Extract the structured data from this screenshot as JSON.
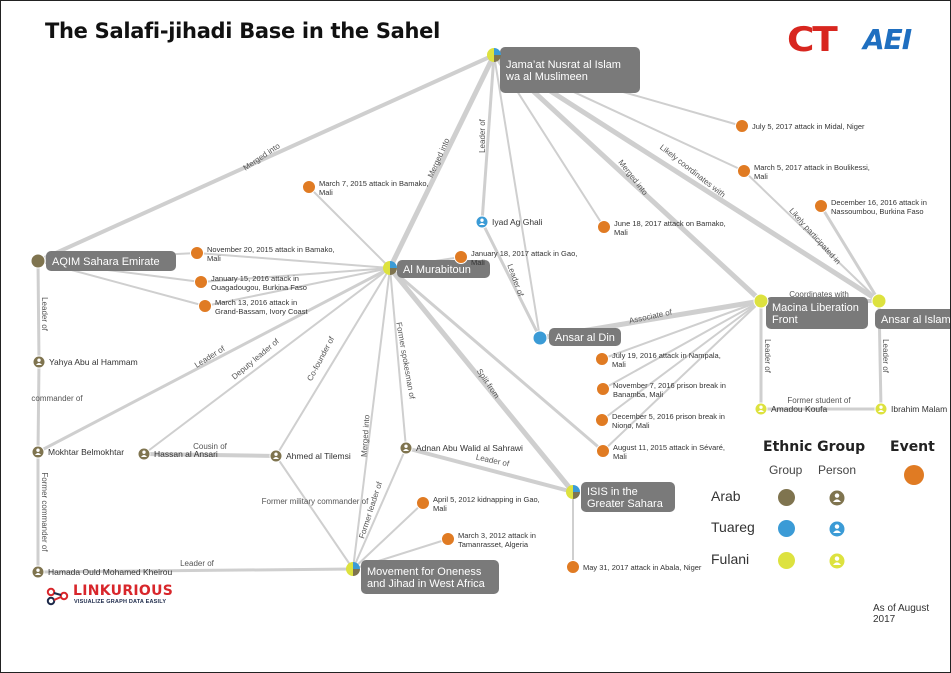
{
  "title": "The Salafi-jihadi Base in the Sahel",
  "logos": {
    "ct": "CT",
    "aei": "AEI",
    "linkurious_name": "LINKURIOUS",
    "linkurious_tagline": "VISUALIZE GRAPH DATA EASILY"
  },
  "as_of": "As of August 2017",
  "colors": {
    "arab": "#7f744f",
    "tuareg": "#3b9bd6",
    "fulani": "#dde23f",
    "event": "#e07b23",
    "edge": "#cfcfcf",
    "group_label_bg": "#7a7a7a"
  },
  "legend": {
    "ethnic_title": "Ethnic Group",
    "event_title": "Event",
    "group_col": "Group",
    "person_col": "Person",
    "rows": [
      "Arab",
      "Tuareg",
      "Fulani"
    ]
  },
  "groups": [
    {
      "id": "jnim",
      "label": "Jama'at Nusrat al Islam wa al Muslimeen",
      "lines": [
        "Jama’at Nusrat al Islam",
        "wa al Muslimeen"
      ],
      "ethnicity": "mixed"
    },
    {
      "id": "aqim",
      "label": "AQIM Sahara Emirate",
      "lines": [
        "AQIM Sahara Emirate"
      ],
      "ethnicity": "arab"
    },
    {
      "id": "murabitoun",
      "label": "Al Murabitoun",
      "lines": [
        "Al Murabitoun"
      ],
      "ethnicity": "mixed"
    },
    {
      "id": "ansardin",
      "label": "Ansar al Din",
      "lines": [
        "Ansar al Din"
      ],
      "ethnicity": "tuareg"
    },
    {
      "id": "macina",
      "label": "Macina Liberation Front",
      "lines": [
        "Macina Liberation",
        "Front"
      ],
      "ethnicity": "fulani"
    },
    {
      "id": "ansarislam",
      "label": "Ansar al Islam",
      "lines": [
        "Ansar al Islam"
      ],
      "ethnicity": "fulani"
    },
    {
      "id": "isgs",
      "label": "ISIS in the Greater Sahara",
      "lines": [
        "ISIS in the",
        "Greater Sahara"
      ],
      "ethnicity": "mixed"
    },
    {
      "id": "mujao",
      "label": "Movement for Oneness and Jihad in West Africa",
      "lines": [
        "Movement for Oneness",
        "and Jihad in West Africa"
      ],
      "ethnicity": "mixed"
    }
  ],
  "persons": [
    {
      "id": "iyad",
      "label": "Iyad Ag Ghali",
      "ethnicity": "tuareg"
    },
    {
      "id": "yahya",
      "label": "Yahya Abu al Hammam",
      "ethnicity": "arab"
    },
    {
      "id": "mokhtar",
      "label": "Mokhtar Belmokhtar",
      "ethnicity": "arab"
    },
    {
      "id": "hassan",
      "label": "Hassan al Ansari",
      "ethnicity": "arab"
    },
    {
      "id": "ahmed",
      "label": "Ahmed al Tilemsi",
      "ethnicity": "arab"
    },
    {
      "id": "adnan",
      "label": "Adnan Abu Walid al Sahrawi",
      "ethnicity": "arab"
    },
    {
      "id": "hamada",
      "label": "Hamada Ould Mohamed Kheirou",
      "ethnicity": "arab"
    },
    {
      "id": "amadou",
      "label": "Amadou Koufa",
      "ethnicity": "fulani"
    },
    {
      "id": "ibrahim",
      "label": "Ibrahim Malam",
      "ethnicity": "fulani"
    }
  ],
  "events": [
    {
      "id": "e1",
      "lines": [
        "July 5, 2017 attack in Midal, Niger"
      ]
    },
    {
      "id": "e2",
      "lines": [
        "March 5, 2017 attack in Boulikessi,",
        "Mali"
      ]
    },
    {
      "id": "e3",
      "lines": [
        "December 16, 2016 attack in",
        "Nassoumbou, Burkina Faso"
      ]
    },
    {
      "id": "e4",
      "lines": [
        "March 7, 2015 attack in Bamako,",
        "Mali"
      ]
    },
    {
      "id": "e5",
      "lines": [
        "June 18, 2017 attack on Bamako,",
        "Mali"
      ]
    },
    {
      "id": "e6",
      "lines": [
        "November 20, 2015 attack in Bamako,",
        "Mali"
      ]
    },
    {
      "id": "e7",
      "lines": [
        "January 15, 2016 attack in",
        "Ouagadougou, Burkina Faso"
      ]
    },
    {
      "id": "e8",
      "lines": [
        "March 13, 2016 attack in",
        "Grand-Bassam, Ivory Coast"
      ]
    },
    {
      "id": "e9",
      "lines": [
        "January 18, 2017 attack in Gao,",
        "Mali"
      ]
    },
    {
      "id": "e10",
      "lines": [
        "July 19, 2016 attack in Nampala,",
        "Mali"
      ]
    },
    {
      "id": "e11",
      "lines": [
        "November 7, 2016 prison break in",
        "Banamba, Mali"
      ]
    },
    {
      "id": "e12",
      "lines": [
        "December 5, 2016 prison break in",
        "Niono, Mali"
      ]
    },
    {
      "id": "e13",
      "lines": [
        "August 11, 2015 attack in Sévaré,",
        "Mali"
      ]
    },
    {
      "id": "e14",
      "lines": [
        "April 5, 2012 kidnapping in Gao,",
        "Mali"
      ]
    },
    {
      "id": "e15",
      "lines": [
        "March 3, 2012 attack in",
        "Tamanrasset, Algeria"
      ]
    },
    {
      "id": "e16",
      "lines": [
        "May 31, 2017 attack in Abala, Niger"
      ]
    }
  ],
  "edges": [
    {
      "from": "jnim",
      "to": "aqim",
      "label": "Merged into"
    },
    {
      "from": "jnim",
      "to": "murabitoun",
      "label": "Merged into"
    },
    {
      "from": "jnim",
      "to": "iyad",
      "label": "Leader of"
    },
    {
      "from": "jnim",
      "to": "macina",
      "label": "Merged into"
    },
    {
      "from": "jnim",
      "to": "ansarislam",
      "label": "Likely coordinates with"
    },
    {
      "from": "jnim",
      "to": "ansardin",
      "label": ""
    },
    {
      "from": "jnim",
      "to": "e1",
      "label": ""
    },
    {
      "from": "jnim",
      "to": "e2",
      "label": ""
    },
    {
      "from": "jnim",
      "to": "e5",
      "label": ""
    },
    {
      "from": "iyad",
      "to": "ansardin",
      "label": "Leader of"
    },
    {
      "from": "ansardin",
      "to": "macina",
      "label": "Associate of"
    },
    {
      "from": "macina",
      "to": "ansarislam",
      "label": "Coordinates with"
    },
    {
      "from": "ansarislam",
      "to": "e3",
      "label": "Likely participated in"
    },
    {
      "from": "ansarislam",
      "to": "e2",
      "label": ""
    },
    {
      "from": "aqim",
      "to": "e6",
      "label": ""
    },
    {
      "from": "aqim",
      "to": "e7",
      "label": ""
    },
    {
      "from": "aqim",
      "to": "e8",
      "label": ""
    },
    {
      "from": "aqim",
      "to": "yahya",
      "label": "Leader of"
    },
    {
      "from": "yahya",
      "to": "mokhtar",
      "label": "commander of"
    },
    {
      "from": "mokhtar",
      "to": "hamada",
      "label": "Former commander of"
    },
    {
      "from": "mokhtar",
      "to": "murabitoun",
      "label": "Leader of"
    },
    {
      "from": "hassan",
      "to": "murabitoun",
      "label": "Deputy leader of"
    },
    {
      "from": "hassan",
      "to": "ahmed",
      "label": "Cousin of"
    },
    {
      "from": "ahmed",
      "to": "murabitoun",
      "label": "Co-founder of"
    },
    {
      "from": "ahmed",
      "to": "mujao",
      "label": "Former military commander of"
    },
    {
      "from": "adnan",
      "to": "murabitoun",
      "label": "Former spokesman of"
    },
    {
      "from": "adnan",
      "to": "mujao",
      "label": "Former leader of"
    },
    {
      "from": "adnan",
      "to": "isgs",
      "label": "Leader of"
    },
    {
      "from": "hamada",
      "to": "mujao",
      "label": "Leader of"
    },
    {
      "from": "mujao",
      "to": "murabitoun",
      "label": "Merged into"
    },
    {
      "from": "isgs",
      "to": "murabitoun",
      "label": "Split from"
    },
    {
      "from": "isgs",
      "to": "e16",
      "label": ""
    },
    {
      "from": "mujao",
      "to": "e14",
      "label": ""
    },
    {
      "from": "mujao",
      "to": "e15",
      "label": ""
    },
    {
      "from": "murabitoun",
      "to": "e4",
      "label": ""
    },
    {
      "from": "murabitoun",
      "to": "e6",
      "label": ""
    },
    {
      "from": "murabitoun",
      "to": "e7",
      "label": ""
    },
    {
      "from": "murabitoun",
      "to": "e8",
      "label": ""
    },
    {
      "from": "murabitoun",
      "to": "e9",
      "label": ""
    },
    {
      "from": "murabitoun",
      "to": "e13",
      "label": ""
    },
    {
      "from": "macina",
      "to": "e10",
      "label": ""
    },
    {
      "from": "macina",
      "to": "e11",
      "label": ""
    },
    {
      "from": "macina",
      "to": "e12",
      "label": ""
    },
    {
      "from": "macina",
      "to": "e13",
      "label": ""
    },
    {
      "from": "macina",
      "to": "amadou",
      "label": "Leader of"
    },
    {
      "from": "amadou",
      "to": "ibrahim",
      "label": "Former student of"
    },
    {
      "from": "ansarislam",
      "to": "ibrahim",
      "label": "Leader of"
    }
  ]
}
